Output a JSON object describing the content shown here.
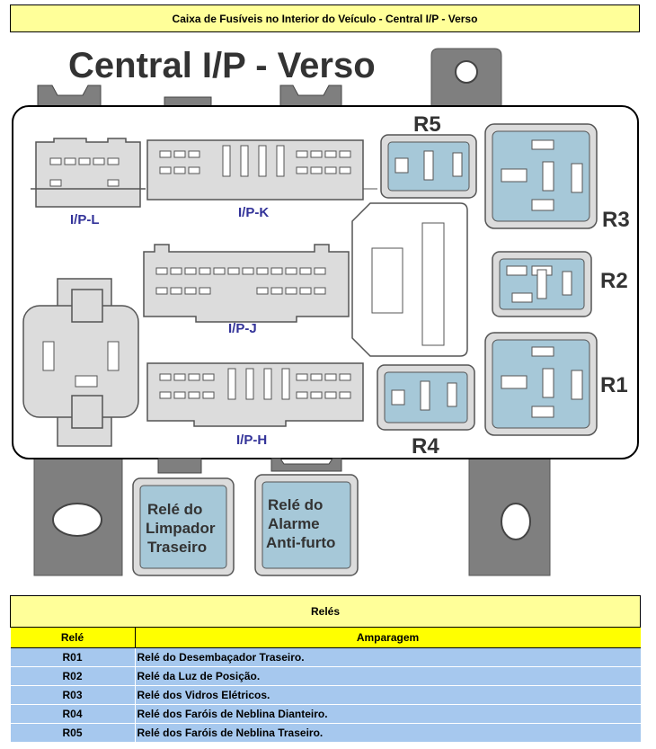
{
  "header": {
    "title": "Caixa de Fusíveis no Interior do Veículo - Central I/P - Verso"
  },
  "diagram": {
    "title": "Central I/P - Verso",
    "connectors": {
      "ipl": "I/P-L",
      "ipk": "I/P-K",
      "ipj": "I/P-J",
      "iph": "I/P-H"
    },
    "relay_labels": {
      "r1": "R1",
      "r2": "R2",
      "r3": "R3",
      "r4": "R4",
      "r5": "R5"
    },
    "wiper_relay": [
      "Relé do",
      "Limpador",
      "Traseiro"
    ],
    "alarm_relay": [
      "Relé do",
      "Alarme",
      "Anti-furto"
    ],
    "colors": {
      "housing": "#dcdcdc",
      "relay_fill": "#a6c8d8",
      "label_blue": "#333399",
      "bracket": "#7f7f7f"
    }
  },
  "table": {
    "caption": "Relés",
    "headers": [
      "Relé",
      "Amparagem"
    ],
    "rows": [
      {
        "code": "R01",
        "desc": "Relé do Desembaçador Traseiro."
      },
      {
        "code": "R02",
        "desc": "Relé da Luz de Posição."
      },
      {
        "code": "R03",
        "desc": "Relé dos Vidros Elétricos."
      },
      {
        "code": "R04",
        "desc": "Relé dos Faróis de Neblina Dianteiro."
      },
      {
        "code": "R05",
        "desc": "Relé dos Faróis de Neblina Traseiro."
      }
    ],
    "colors": {
      "caption_bg": "#ffff99",
      "header_bg": "#ffff00",
      "row_bg": "#a6c8ee"
    }
  }
}
